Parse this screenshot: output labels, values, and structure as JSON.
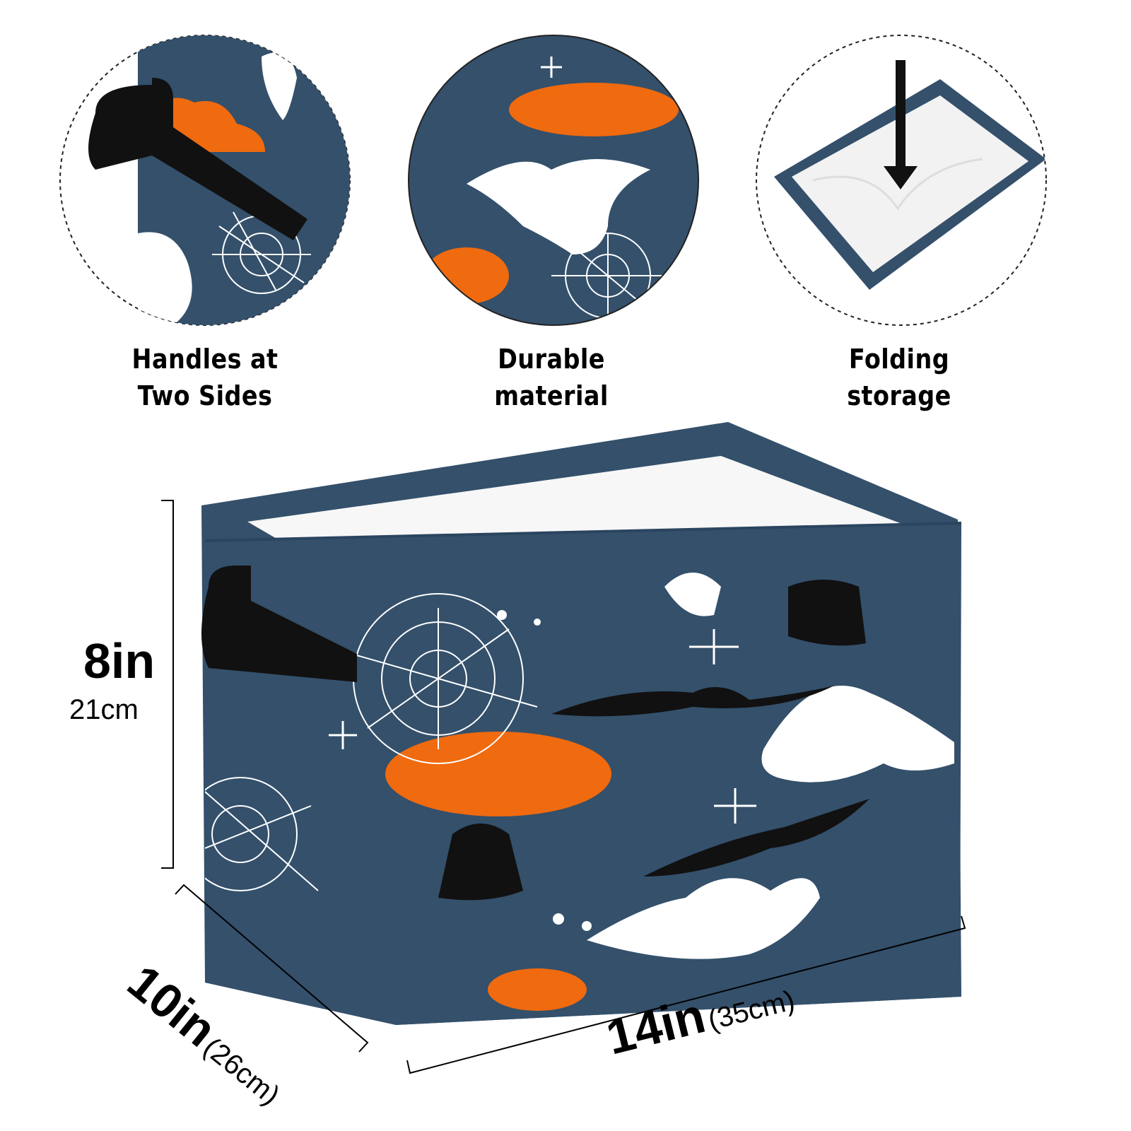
{
  "features": [
    {
      "line1": "Handles at",
      "line2": "Two Sides"
    },
    {
      "line1": "Durable",
      "line2": "material"
    },
    {
      "line1": "Folding",
      "line2": "storage"
    }
  ],
  "dimensions": {
    "height": {
      "imperial": "8in",
      "metric": "21cm"
    },
    "depth": {
      "imperial": "10in",
      "metric": "(26cm)"
    },
    "width": {
      "imperial": "14in",
      "metric": "(35cm)"
    }
  },
  "colors": {
    "fabric": "#34506b",
    "pumpkin": "#f06a0f",
    "ghost": "#ffffff",
    "handle": "#111111"
  }
}
